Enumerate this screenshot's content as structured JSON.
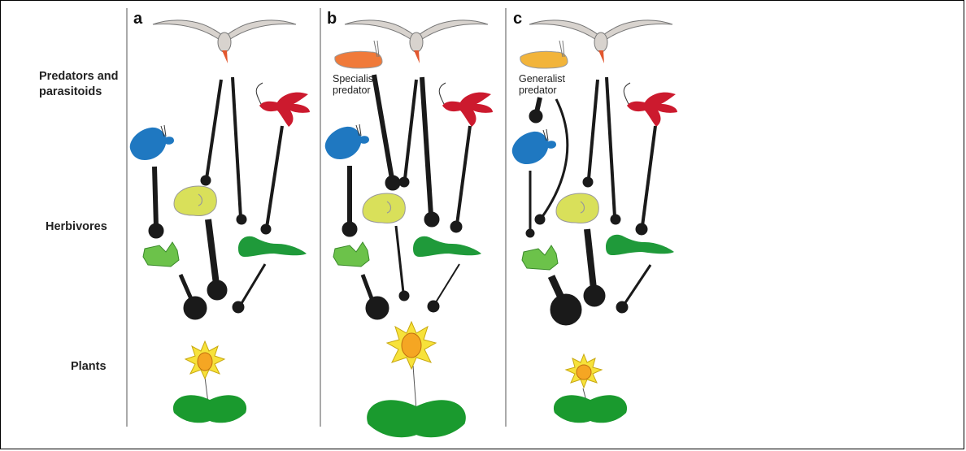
{
  "row_labels": {
    "predators": "Predators and parasitoids",
    "herbivores": "Herbivores",
    "plants": "Plants"
  },
  "panels": [
    {
      "letter": "a",
      "predator_label": ""
    },
    {
      "letter": "b",
      "predator_label_line1": "Specialist",
      "predator_label_line2": "predator"
    },
    {
      "letter": "c",
      "predator_label_line1": "Generalist",
      "predator_label_line2": "predator"
    }
  ],
  "colors": {
    "bird": "#d8d3ce",
    "bird_beak": "#e2572e",
    "specialist_predator": "#f07a3a",
    "generalist_predator": "#f2b43a",
    "blue_herbivore_predator": "#1f78c1",
    "red_parasitoid": "#cc1a2e",
    "yellow_herbivore": "#d9e05a",
    "light_green_herbivore": "#6cc24a",
    "dark_green_herbivore": "#1f9a3a",
    "flower_petals": "#f7e23a",
    "flower_center": "#f5a623",
    "leaf": "#1a9a2e",
    "link": "#1a1a1a"
  }
}
